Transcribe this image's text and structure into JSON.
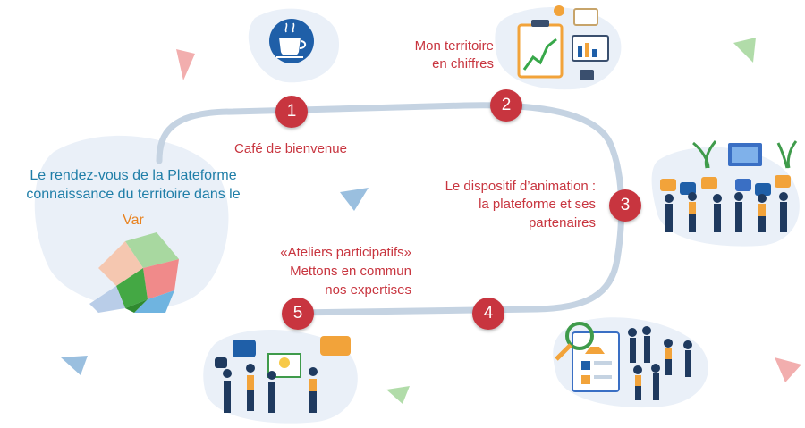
{
  "intro": {
    "line1": "Le rendez-vous de la Plateforme",
    "line2": "connaissance du territoire dans le",
    "highlight": "Var"
  },
  "steps": [
    {
      "number": "1",
      "label_lines": [
        "Café de bienvenue"
      ]
    },
    {
      "number": "2",
      "label_lines": [
        "Mon territoire",
        "en chiffres"
      ]
    },
    {
      "number": "3",
      "label_lines": [
        "Le dispositif d’animation :",
        "la plateforme et ses",
        "partenaires"
      ]
    },
    {
      "number": "4",
      "label_lines": []
    },
    {
      "number": "5",
      "label_lines": [
        "«Ateliers participatifs»",
        "Mettons en commun",
        "nos expertises"
      ]
    }
  ],
  "colors": {
    "badge": "#c8353f",
    "step_text": "#c8353f",
    "intro_text": "#1f7ea8",
    "highlight": "#e8821f",
    "track": "#c5d3e2",
    "blob": "#eaf0f8"
  },
  "icons": [
    "coffee-cup-icon",
    "chart-board-icon",
    "team-chat-icon",
    "analysis-board-icon",
    "workshop-idea-icon",
    "geometric-logo-icon"
  ]
}
